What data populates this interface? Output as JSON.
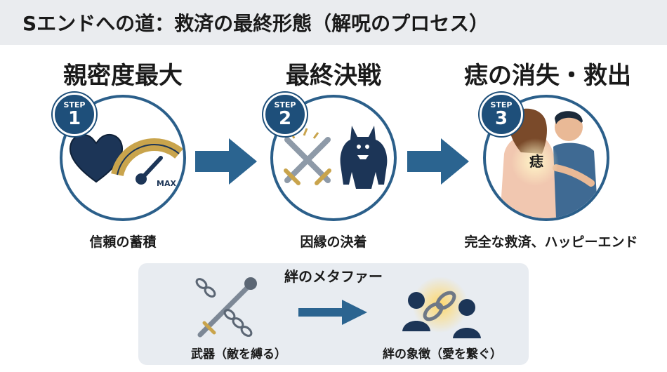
{
  "header": {
    "title": "Sエンドへの道：救済の最終形態（解呪のプロセス）"
  },
  "steps": [
    {
      "badge_step": "STEP",
      "badge_num": "1",
      "title": "親密度最大",
      "caption": "信頼の蓄積",
      "gauge_label": "MAX",
      "icons": [
        "heart-icon",
        "gauge-icon"
      ]
    },
    {
      "badge_step": "STEP",
      "badge_num": "2",
      "title": "最終決戦",
      "caption": "因縁の決着",
      "icons": [
        "crossed-swords-icon",
        "demon-icon"
      ]
    },
    {
      "badge_step": "STEP",
      "badge_num": "3",
      "title": "痣の消失・救出",
      "caption": "完全な救済、ハッピーエンド",
      "bruise_label": "痣",
      "icons": [
        "embrace-icon"
      ]
    }
  ],
  "metaphor": {
    "title": "絆のメタファー",
    "left_label": "武器（敵を縛る）",
    "right_label": "絆の象徴（愛を繋ぐ）",
    "icons": [
      "chain-mace-sword-icon",
      "linked-chain-people-icon"
    ]
  },
  "colors": {
    "primary": "#2b5f8a",
    "badge": "#1e4f7a",
    "navy": "#1c3557",
    "gold": "#c9a44c",
    "panel": "#e8ecf1"
  }
}
